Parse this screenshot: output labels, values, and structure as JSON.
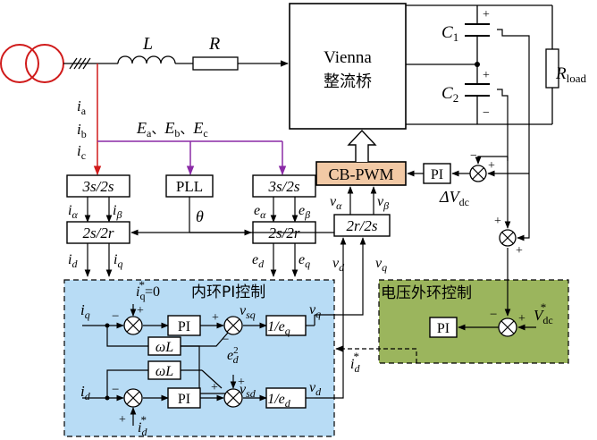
{
  "labels": {
    "inductor": "L",
    "resistor": "R",
    "converter_line1": "Vienna",
    "converter_line2": "整流桥",
    "cap1": "C",
    "cap1_sub": "1",
    "cap2": "C",
    "cap2_sub": "2",
    "load": "R",
    "load_sub": "load",
    "currents": [
      "i",
      "i",
      "i"
    ],
    "currents_sub": [
      "a",
      "b",
      "c"
    ],
    "voltages": "E",
    "voltages_subs": [
      "a",
      "b",
      "c"
    ],
    "sep": "、",
    "cb_pwm": "CB-PWM",
    "pi_top": "PI",
    "delta_vdc": "ΔV",
    "delta_vdc_sub": "dc",
    "pll": "PLL",
    "theta": "θ",
    "clarke": "3s/2s",
    "park": "2s/2r",
    "inv_park": "2r/2s",
    "i_alpha": "i",
    "i_alpha_sub": "α",
    "i_beta": "i",
    "i_beta_sub": "β",
    "e_alpha": "e",
    "e_alpha_sub": "α",
    "e_beta": "e",
    "e_beta_sub": "β",
    "v_alpha": "v",
    "v_alpha_sub": "α",
    "v_beta": "v",
    "v_beta_sub": "β",
    "i_d": "i",
    "i_d_sub": "d",
    "i_q": "i",
    "i_q_sub": "q",
    "e_d": "e",
    "e_d_sub": "d",
    "e_q": "e",
    "e_q_sub": "q",
    "v_d": "v",
    "v_d_sub": "d",
    "v_q": "v",
    "v_q_sub": "q",
    "inner_loop_title": "内环PI控制",
    "iq_ref": "i",
    "iq_ref_sub": "q",
    "iq_ref_tail": "=0",
    "id_ref": "i",
    "id_ref_sub": "d",
    "star": "*",
    "pi_q": "PI",
    "pi_d": "PI",
    "v_sq": "v",
    "v_sq_sub": "sq",
    "v_sd": "v",
    "v_sd_sub": "sd",
    "inv_eq": "1/e",
    "inv_eq_sub": "q",
    "inv_ed": "1/e",
    "inv_ed_sub": "d",
    "omega_l": "ωL",
    "ed2": "e",
    "ed2_sub": "d",
    "ed2_sup": "2",
    "outer_loop_title": "电压外环控制",
    "pi_outer": "PI",
    "vdc_ref": "V",
    "vdc_ref_sub": "dc",
    "plus": "+",
    "minus": "−"
  },
  "colors": {
    "inner_loop_fill": "#b8dcf5",
    "outer_loop_fill": "#9bb55d",
    "cb_pwm_fill": "#f2c9a5",
    "red_line": "#d01a1a",
    "purple_line": "#8a2aa6",
    "transformer": "#d01a1a"
  }
}
